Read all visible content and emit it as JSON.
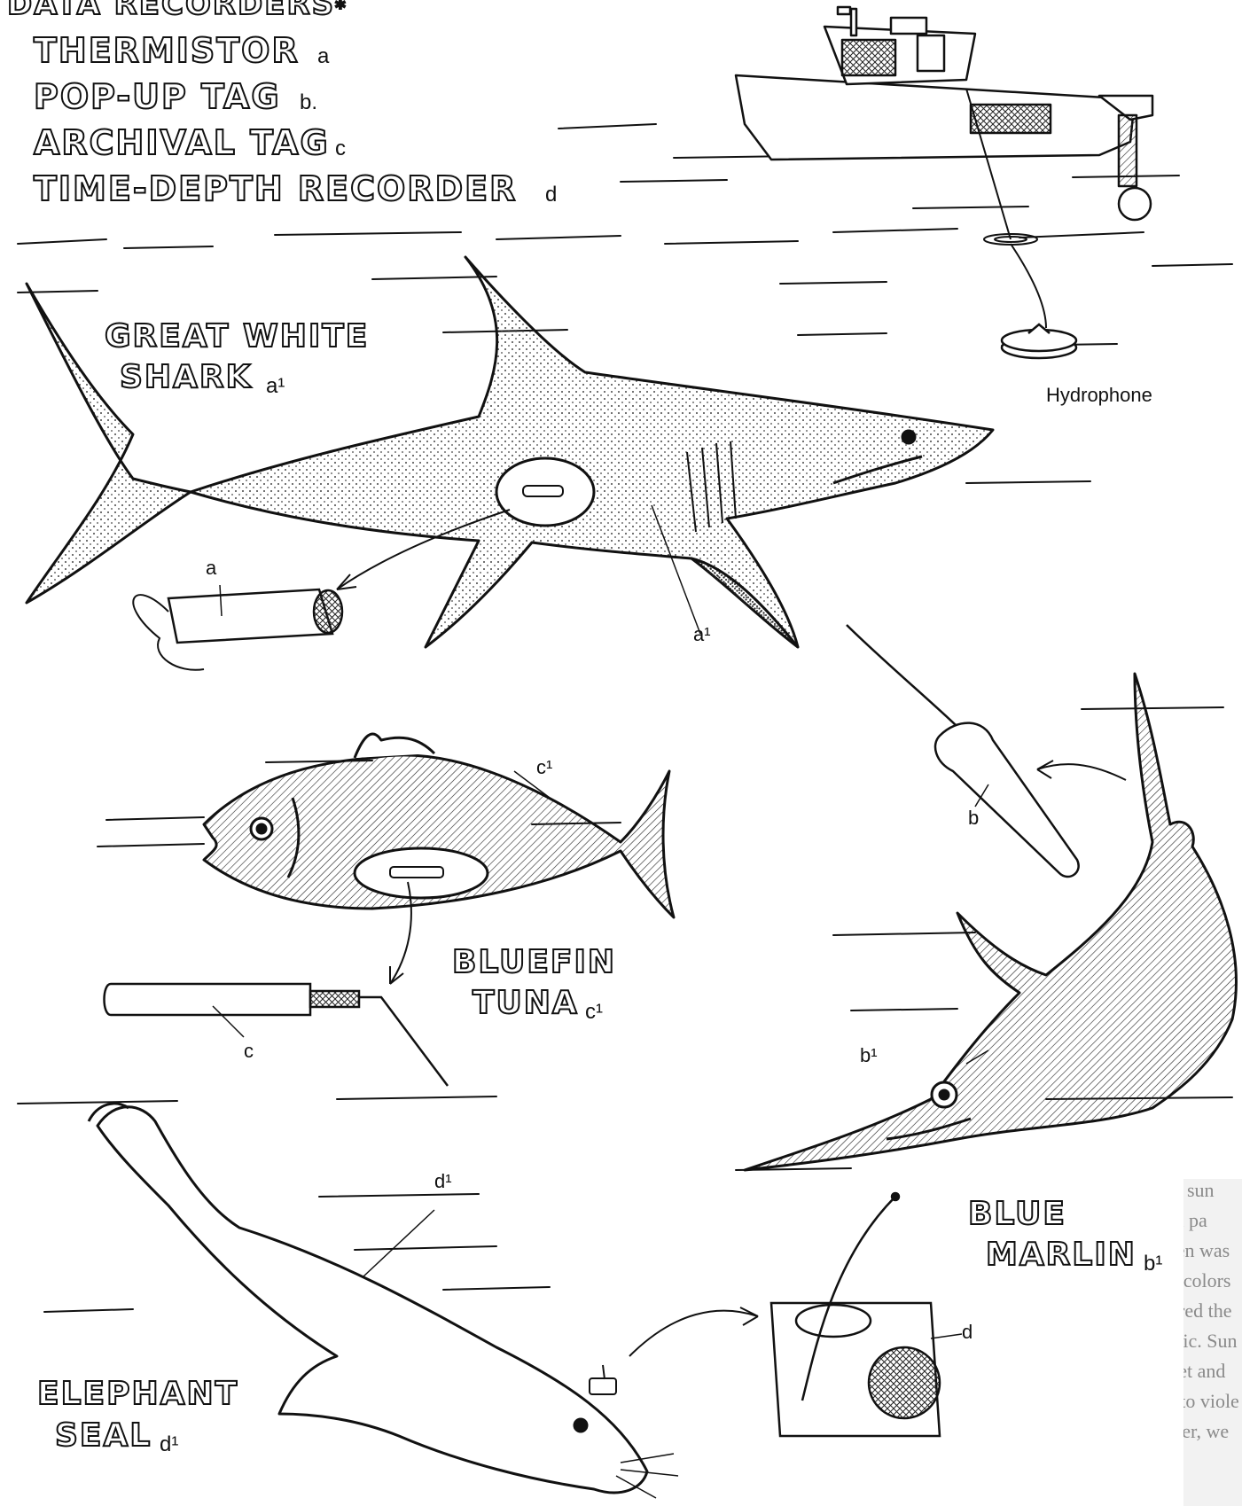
{
  "legend": {
    "header": "DATA RECORDERS",
    "header_mark": "*",
    "items": [
      {
        "label": "THERMISTOR",
        "sub": "a"
      },
      {
        "label": "POP-UP TAG",
        "sub": "b."
      },
      {
        "label": "ARCHIVAL TAG",
        "sub": "c"
      },
      {
        "label": "TIME-DEPTH RECORDER",
        "sub": "d"
      }
    ]
  },
  "animals": {
    "shark": {
      "line1": "GREAT WHITE",
      "line2": "SHARK",
      "sub": "a¹"
    },
    "tuna": {
      "line1": "BLUEFIN",
      "line2": "TUNA",
      "sub": "c¹"
    },
    "marlin": {
      "line1": "BLUE",
      "line2": "MARLIN",
      "sub": "b¹"
    },
    "seal": {
      "line1": "ELEPHANT",
      "line2": "SEAL",
      "sub": "d¹"
    }
  },
  "device_labels": {
    "hydrophone": "Hydrophone",
    "a": "a",
    "a1": "a¹",
    "b": "b",
    "b1": "b¹",
    "c": "c",
    "c1": "c¹",
    "d": "d",
    "d1": "d¹"
  },
  "bleed_text": [
    "sun",
    "sun pa",
    "When was",
    "The colors",
    "ordered the",
    "...eristic. Sun",
    "violet and",
    "...ight to viole",
    "...water, we"
  ],
  "colors": {
    "ink": "#111111",
    "paper": "#ffffff",
    "stipple": "#555555"
  }
}
